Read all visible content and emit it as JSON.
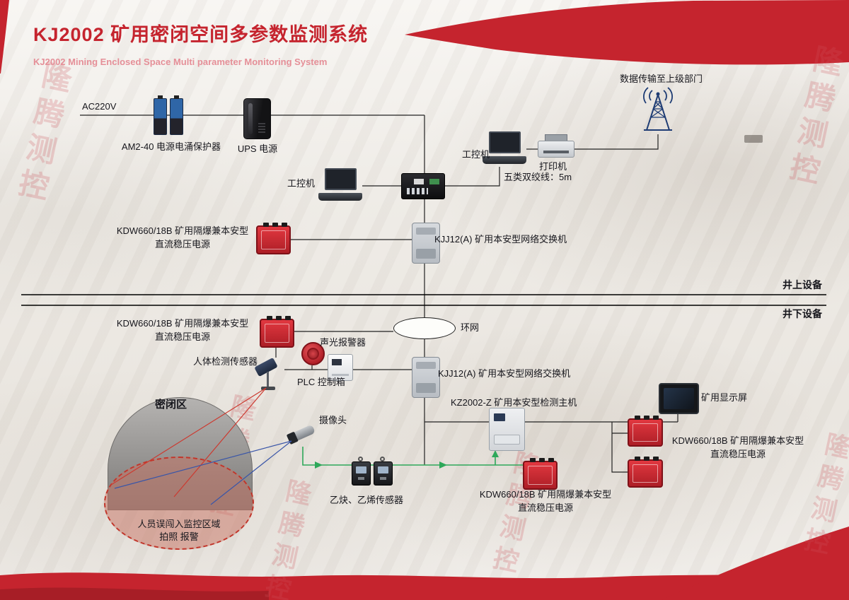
{
  "header": {
    "title": "KJ2002 矿用密闭空间多参数监测系统",
    "subtitle": "KJ2002 Mining Enclosed Space Multi parameter Monitoring System"
  },
  "watermark_text": "隆腾测控",
  "surface_section": {
    "ac_label": "AC220V",
    "surge_label": "AM2-40 电源电涌保护器",
    "ups_label": "UPS 电源",
    "ipc_left_label": "工控机",
    "ipc_top_label": "工控机",
    "printer_label": "打印机",
    "uplink_label": "数据传输至上级部门",
    "cable_label": "五类双绞线：5m",
    "kdw_label_line1": "KDW660/18B 矿用隔爆兼本安型",
    "kdw_label_line2": "直流稳压电源",
    "switch_label": "KJJ12(A) 矿用本安型网络交换机"
  },
  "divider": {
    "surface_label": "井上设备",
    "underground_label": "井下设备"
  },
  "underground_section": {
    "kdw_left_line1": "KDW660/18B 矿用隔爆兼本安型",
    "kdw_left_line2": "直流稳压电源",
    "ring_label": "环网",
    "alarm_label": "声光报警器",
    "human_sensor_label": "人体检测传感器",
    "plc_label": "PLC 控制箱",
    "switch_label": "KJJ12(A) 矿用本安型网络交换机",
    "host_label": "KZ2002-Z 矿用本安型检测主机",
    "display_label": "矿用显示屏",
    "kdw_right_line1": "KDW660/18B 矿用隔爆兼本安型",
    "kdw_right_line2": "直流稳压电源",
    "camera_label": "摄像头",
    "gas_sensor_label": "乙炔、乙烯传感器",
    "kdw_mid_line1": "KDW660/18B 矿用隔爆兼本安型",
    "kdw_mid_line2": "直流稳压电源",
    "enclosed_label": "密闭区",
    "intrusion_line1": "人员误闯入监控区域",
    "intrusion_line2": "拍照 报警"
  },
  "devices": [
    "surge-protector",
    "ups",
    "industrial-pc",
    "media-converter",
    "printer",
    "antenna-tower",
    "network-switch",
    "kdw-power-supply",
    "sound-light-alarm",
    "human-detector",
    "plc-box",
    "detection-host",
    "mining-display",
    "camera",
    "gas-sensor",
    "ring-network",
    "enclosed-area-dome",
    "monitored-zone"
  ],
  "colors": {
    "brand_red": "#c5242e",
    "line_black": "#222222",
    "line_green": "#2ea85a",
    "sensor_line_red": "#cc3a30",
    "sensor_line_blue": "#3a56a8"
  }
}
